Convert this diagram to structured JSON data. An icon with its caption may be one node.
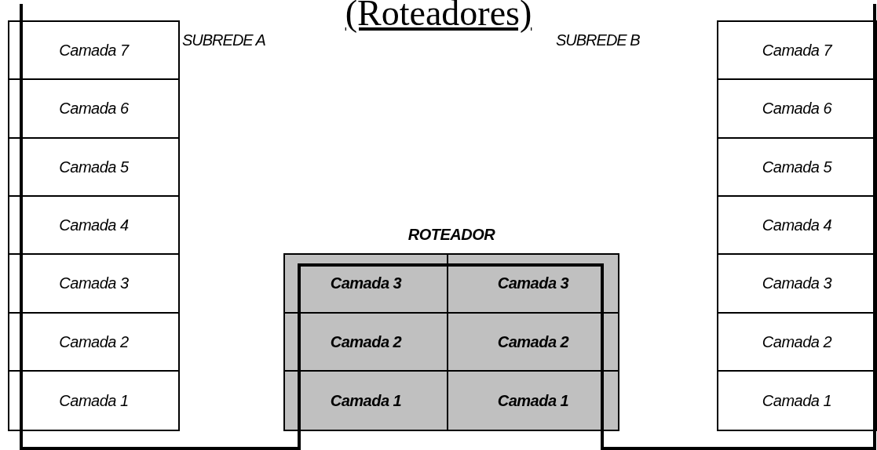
{
  "diagram": {
    "title": "(Roteadores)",
    "nodes": [
      {
        "text": [
          "Camada 7"
        ]
      },
      {
        "text": [
          "Camada 6"
        ]
      },
      {
        "text": [
          "Camada 5"
        ]
      },
      {
        "text": [
          "Camada 4"
        ]
      },
      {
        "text": [
          "Camada 3"
        ]
      },
      {
        "text": [
          "Camada 2"
        ]
      },
      {
        "text": [
          "Camada 1"
        ]
      },
      {
        "text": [
          "ROTEADOR"
        ]
      },
      {
        "text": [
          "Camada 3"
        ],
        "in": 7
      },
      {
        "text": [
          "Camada 3"
        ],
        "in": 7
      },
      {
        "text": [
          "Camada 2"
        ],
        "in": 7
      },
      {
        "text": [
          "Camada 2"
        ],
        "in": 7
      },
      {
        "text": [
          "Camada 1"
        ],
        "in": 7
      },
      {
        "text": [
          "Camada 1"
        ],
        "in": 7
      },
      {
        "text": [
          "Camada 7"
        ]
      },
      {
        "text": [
          "Camada 6"
        ]
      },
      {
        "text": [
          "Camada 5"
        ]
      },
      {
        "text": [
          "Camada 4"
        ]
      },
      {
        "text": [
          "Camada 3"
        ]
      },
      {
        "text": [
          "Camada 2"
        ]
      },
      {
        "text": [
          "Camada 1"
        ]
      }
    ],
    "edges": [
      {
        "from": 6,
        "to": 12,
        "arrow": "none"
      },
      {
        "from": 12,
        "to": 10,
        "arrow": "none"
      },
      {
        "from": 10,
        "to": 8,
        "arrow": "none"
      },
      {
        "from": 8,
        "to": 9,
        "arrow": "none"
      },
      {
        "from": 9,
        "to": 11,
        "arrow": "none"
      },
      {
        "from": 11,
        "to": 13,
        "arrow": "none"
      },
      {
        "from": 13,
        "to": 20,
        "arrow": "none"
      }
    ],
    "labels": [
      "SUBREDE A",
      "SUBREDE B"
    ]
  }
}
